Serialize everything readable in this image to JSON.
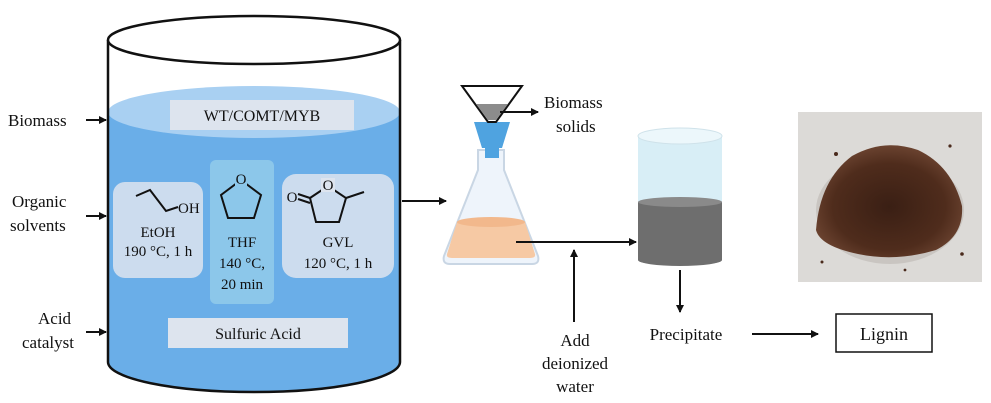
{
  "inputs": {
    "biomass": "Biomass",
    "organic_solvents_line1": "Organic",
    "organic_solvents_line2": "solvents",
    "acid_catalyst_line1": "Acid",
    "acid_catalyst_line2": "catalyst"
  },
  "reactor": {
    "biomass_types": "WT/COMT/MYB",
    "acid": "Sulfuric Acid",
    "solvents": [
      {
        "name": "EtOH",
        "condition": "190 °C, 1 h",
        "structure_label": "OH"
      },
      {
        "name": "THF",
        "condition_line1": "140 °C,",
        "condition_line2": "20 min",
        "structure_label": "O"
      },
      {
        "name": "GVL",
        "condition": "120 °C, 1 h",
        "structure_label_ring": "O",
        "structure_label_carbonyl": "O"
      }
    ]
  },
  "filtration": {
    "solids_line1": "Biomass",
    "solids_line2": "solids"
  },
  "water": {
    "line1": "Add",
    "line2": "deionized",
    "line3": "water"
  },
  "precipitate": "Precipitate",
  "product": "Lignin",
  "colors": {
    "tank_liquid": "#6aaee8",
    "tank_surface": "#a9d0f2",
    "label_box": "#dde4ee",
    "thf_highlight": "#8cc7ea",
    "funnel_stem": "#4fa3e0",
    "flask_filtrate": "#f6c9a4",
    "vial_top": "#d8eef6",
    "vial_bottom": "#6e6e6e",
    "lignin_powder": "#4a2a1c"
  }
}
